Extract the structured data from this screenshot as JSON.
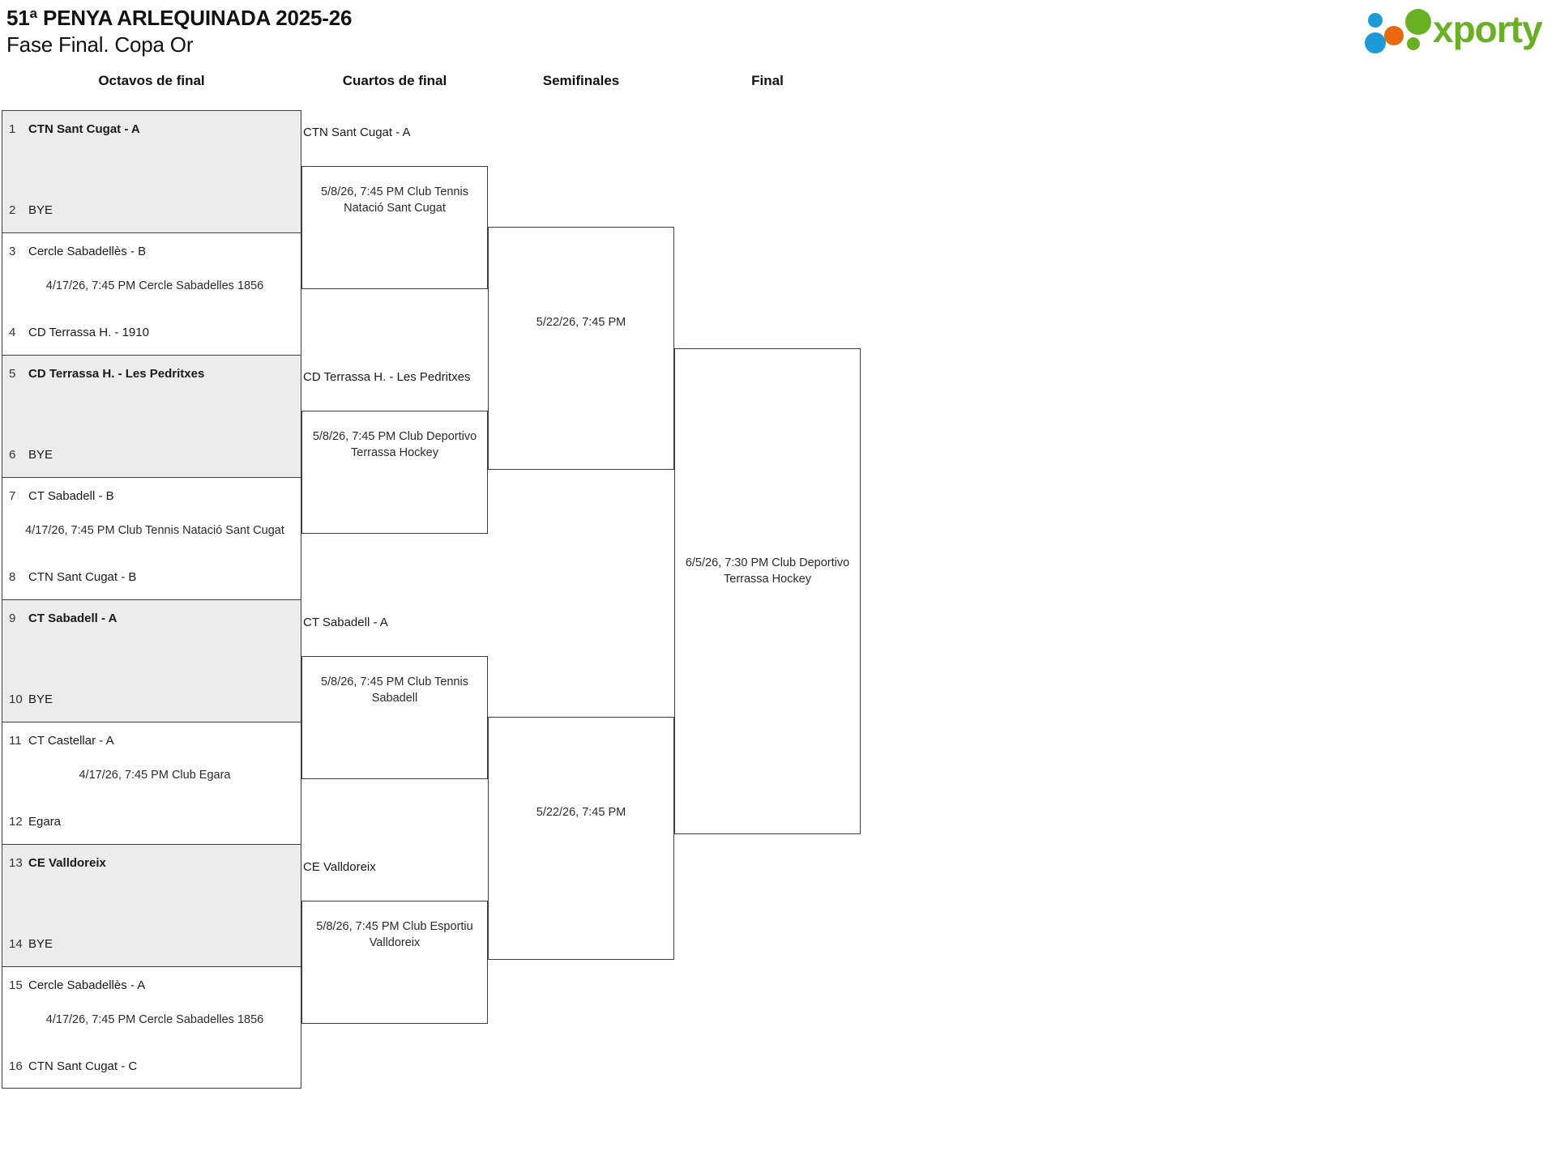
{
  "header": {
    "title_line1": "51ª PENYA ARLEQUINADA 2025-26",
    "title_line2": "Fase Final. Copa Or",
    "logo_text": "xporty",
    "logo_colors": {
      "green": "#6ab023",
      "blue": "#1e9ad6",
      "orange": "#e8690b"
    }
  },
  "rounds": [
    {
      "id": "r16",
      "label": "Octavos de final"
    },
    {
      "id": "qf",
      "label": "Cuartos de final"
    },
    {
      "id": "sf",
      "label": "Semifinales"
    },
    {
      "id": "f",
      "label": "Final"
    }
  ],
  "round_of_16": [
    {
      "bye": true,
      "top_seed": "1",
      "top_team": "CTN Sant Cugat - A",
      "top_bold": true,
      "info": "",
      "bot_seed": "2",
      "bot_team": "BYE",
      "bot_bold": false
    },
    {
      "bye": false,
      "top_seed": "3",
      "top_team": "Cercle Sabadellès - B",
      "top_bold": false,
      "info": "4/17/26, 7:45 PM Cercle Sabadelles 1856",
      "bot_seed": "4",
      "bot_team": "CD Terrassa H. - 1910",
      "bot_bold": false
    },
    {
      "bye": true,
      "top_seed": "5",
      "top_team": "CD Terrassa H. - Les Pedritxes",
      "top_bold": true,
      "info": "",
      "bot_seed": "6",
      "bot_team": "BYE",
      "bot_bold": false
    },
    {
      "bye": false,
      "top_seed": "7",
      "top_team": "CT Sabadell - B",
      "top_bold": false,
      "info": "4/17/26, 7:45 PM Club Tennis Natació Sant Cugat",
      "bot_seed": "8",
      "bot_team": "CTN Sant Cugat - B",
      "bot_bold": false
    },
    {
      "bye": true,
      "top_seed": "9",
      "top_team": "CT Sabadell - A",
      "top_bold": true,
      "info": "",
      "bot_seed": "10",
      "bot_team": "BYE",
      "bot_bold": false
    },
    {
      "bye": false,
      "top_seed": "11",
      "top_team": "CT Castellar - A",
      "top_bold": false,
      "info": "4/17/26, 7:45 PM Club Egara",
      "bot_seed": "12",
      "bot_team": "Egara",
      "bot_bold": false
    },
    {
      "bye": true,
      "top_seed": "13",
      "top_team": "CE Valldoreix",
      "top_bold": true,
      "info": "",
      "bot_seed": "14",
      "bot_team": "BYE",
      "bot_bold": false
    },
    {
      "bye": false,
      "top_seed": "15",
      "top_team": "Cercle Sabadellès - A",
      "top_bold": false,
      "info": "4/17/26, 7:45 PM Cercle Sabadelles 1856",
      "bot_seed": "16",
      "bot_team": "CTN Sant Cugat - C",
      "bot_bold": false
    }
  ],
  "quarter_finals": [
    {
      "advanced": "CTN Sant Cugat - A",
      "info": "5/8/26, 7:45 PM Club Tennis Natació Sant Cugat"
    },
    {
      "advanced": "CD Terrassa H. - Les Pedritxes",
      "info": "5/8/26, 7:45 PM Club Deportivo Terrassa Hockey"
    },
    {
      "advanced": "CT Sabadell - A",
      "info": "5/8/26, 7:45 PM Club Tennis Sabadell"
    },
    {
      "advanced": "CE Valldoreix",
      "info": "5/8/26, 7:45 PM Club Esportiu Valldoreix"
    }
  ],
  "semi_finals": [
    {
      "advanced": "",
      "info": "5/22/26, 7:45 PM"
    },
    {
      "advanced": "",
      "info": "5/22/26, 7:45 PM"
    }
  ],
  "final": [
    {
      "advanced": "",
      "info": "6/5/26, 7:30 PM Club Deportivo Terrassa Hockey"
    }
  ]
}
